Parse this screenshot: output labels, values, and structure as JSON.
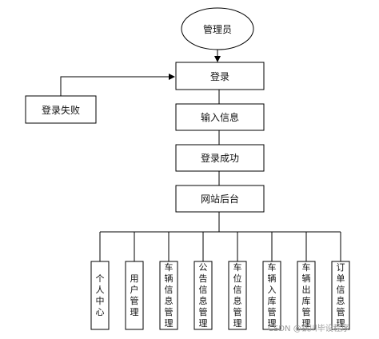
{
  "nodes": {
    "admin": "管理员",
    "login": "登录",
    "login_fail": "登录失败",
    "input_info": "输入信息",
    "login_success": "登录成功",
    "backend": "网站后台"
  },
  "modules": [
    "个人中心",
    "用户管理",
    "车辆信息管理",
    "公告信息管理",
    "车位信息管理",
    "车辆入库管理",
    "车辆出库管理",
    "订单信息管理"
  ],
  "watermark": "CSDN @铁川毕设程序"
}
